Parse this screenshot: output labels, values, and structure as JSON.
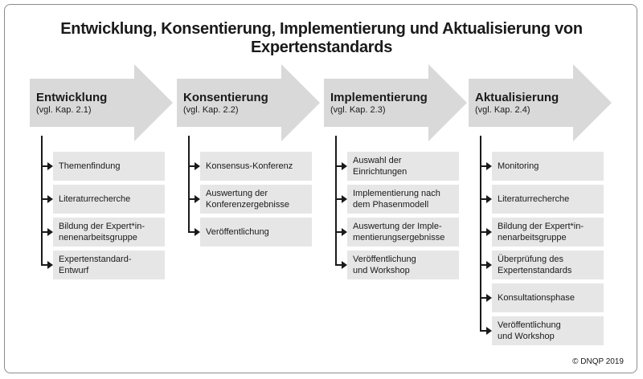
{
  "title": "Entwicklung, Konsentierung, Implementierung und Aktualisierung von Expertenstandards",
  "phases": [
    {
      "title": "Entwicklung",
      "subtitle": "(vgl. Kap. 2.1)",
      "steps": [
        "Themenfindung",
        "Literaturrecherche",
        "Bildung der Expert*in-\nnenenarbeitsgruppe",
        "Expertenstandard-\nEntwurf"
      ]
    },
    {
      "title": "Konsentierung",
      "subtitle": "(vgl. Kap. 2.2)",
      "steps": [
        "Konsensus-Konferenz",
        "Auswertung der\nKonferenzergebnisse",
        "Veröffentlichung"
      ]
    },
    {
      "title": "Implementierung",
      "subtitle": "(vgl. Kap. 2.3)",
      "steps": [
        "Auswahl der\nEinrichtungen",
        "Implementierung nach\ndem Phasenmodell",
        "Auswertung der Imple-\nmentierungsergebnisse",
        "Veröffentlichung\nund Workshop"
      ]
    },
    {
      "title": "Aktualisierung",
      "subtitle": "(vgl. Kap. 2.4)",
      "steps": [
        "Monitoring",
        "Literaturrecherche",
        "Bildung der Expert*in-\nnenarbeitsgruppe",
        "Überprüfung des\nExpertenstandards",
        "Konsultationsphase",
        "Veröffentlichung\nund Workshop"
      ]
    }
  ],
  "copyright": "© DNQP 2019",
  "colors": {
    "arrow": "#d9d9d9",
    "box": "#e6e6e6",
    "line": "#1a1a1a",
    "frame": "#8c8c8c"
  }
}
